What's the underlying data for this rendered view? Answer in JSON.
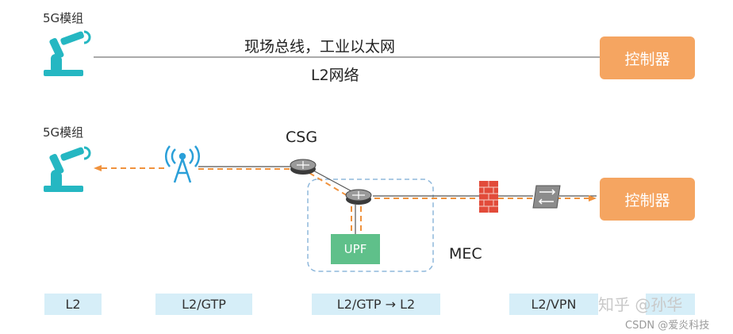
{
  "top": {
    "module_label": "5G模组",
    "bus_line1": "现场总线，工业以太网",
    "bus_line2": "L2网络",
    "controller_label": "控制器"
  },
  "bottom": {
    "module_label": "5G模组",
    "csg_label": "CSG",
    "upf_label": "UPF",
    "mec_label": "MEC",
    "controller_label": "控制器"
  },
  "layers": [
    "L2",
    "L2/GTP",
    "L2/GTP → L2",
    "L2/VPN"
  ],
  "watermark": {
    "zhihu": "知乎 @孙华",
    "csdn": "CSDN @爱炎科技"
  },
  "colors": {
    "orange": "#f5a561",
    "teal": "#25b7c2",
    "upf_green": "#5fc08a",
    "layer_bg": "#d6eef8",
    "dashed_orange": "#f0923d",
    "mec_border": "#8fb8dc"
  }
}
